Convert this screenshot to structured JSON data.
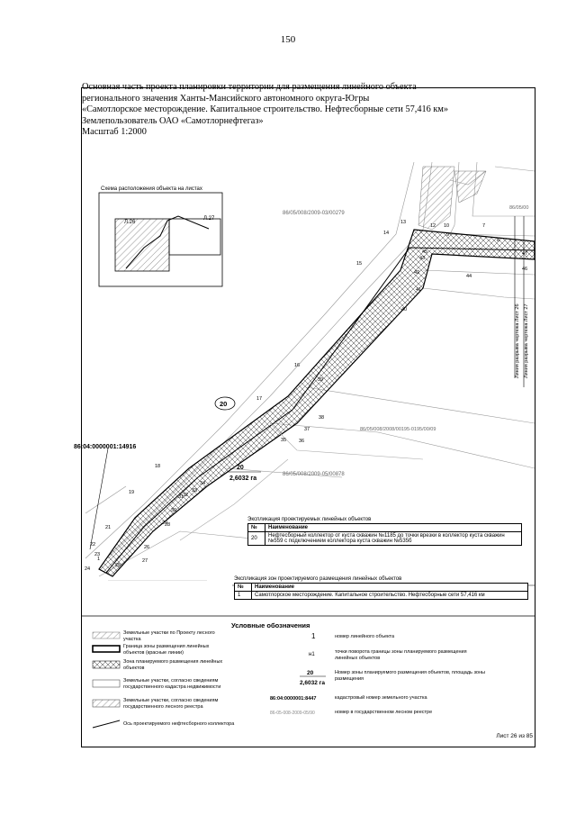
{
  "page_number": "150",
  "header": {
    "line1": "Основная часть проекта планировки территории для размещения линейного объекта",
    "line2": "регионального значения Ханты-Мансийского автономного округа-Югры",
    "line3": "«Самотлорское месторождение. Капитальное строительство. Нефтесборные сети 57,416 км»",
    "line4": "Землепользователь ОАО «Самотлорнефтегаз»",
    "line5": "Масштаб 1:2000"
  },
  "inset": {
    "title": "Схема расположения объекта на листах",
    "sheet_a": "Л.26",
    "sheet_b": "Л.27"
  },
  "map": {
    "cadastral_top": "86/05/008/2009-03/00279",
    "cadastral_right": "86/05/008/2008/00195-0195/00/09",
    "cadastral_mid": "86/05/008/2009-05/00878",
    "cadastral_top_right": "86/05/00",
    "cadastral_left": "86:04:0000001:14916",
    "zone_number": "20",
    "zone_label": "20",
    "zone_area": "2,6032 га",
    "break_line_1": "Линия разрыва чертежа Лист 26",
    "break_line_2": "Линия разрыва чертежа Лист 27",
    "points": [
      "1",
      "7",
      "8",
      "9",
      "10",
      "12",
      "13",
      "14",
      "15",
      "16",
      "17",
      "18",
      "19",
      "21",
      "22",
      "23",
      "24",
      "25",
      "26",
      "27",
      "28",
      "29",
      "30",
      "31",
      "32",
      "33",
      "34",
      "35",
      "36",
      "37",
      "38",
      "39",
      "40",
      "41",
      "42",
      "43",
      "44",
      "45",
      "46",
      "47"
    ]
  },
  "explication1": {
    "title": "Экспликация проектируемых линейных объектов",
    "col_no": "№",
    "col_name": "Наименование",
    "rows": [
      {
        "no": "20",
        "name": "Нефтесборный коллектор от куста скважин №1185 до точки врезки в коллектор куста скважин №559 с подключением коллектора куста скважин №535б"
      }
    ]
  },
  "explication2": {
    "title": "Экспликация зон проектируемого размещения линейных объектов",
    "col_no": "№",
    "col_name": "Наименование",
    "rows": [
      {
        "no": "1",
        "name": "Самотлорское месторождение. Капитальное строительство. Нефтесборные сети 57,416 км"
      }
    ]
  },
  "legend": {
    "title": "Условные обозначения",
    "left": [
      "Земельные участки по Проекту лесного участка",
      "Граница зоны размещения линейных объектов (красные линии)",
      "Зона планируемого размещения линейных объектов",
      "Земельные участки, согласно сведениям государственного кадастра недвижимости",
      "Земельные участки, согласно сведениям государственного лесного реестра",
      "Ось проектируемого нефтесборного коллектора"
    ],
    "sym_number": "1",
    "desc_number": "номер линейного объекта",
    "sym_point": "н1",
    "desc_point": "точки поворота границы зоны планируемого размещения линейных объектов",
    "sym_zone_no": "20",
    "sym_zone_area": "2,6032 га",
    "desc_zone": "Номер зоны планируемого размещения объектов, площадь зоны размещения",
    "sym_cad": "86:04:0000001:8447",
    "desc_cad": "кадастровый номер земельного участка",
    "sym_forest": "86-05-008-2009-05/90",
    "desc_forest": "номер в государственном лесном реестре"
  },
  "sheet_label": "Лист 26 из 85"
}
